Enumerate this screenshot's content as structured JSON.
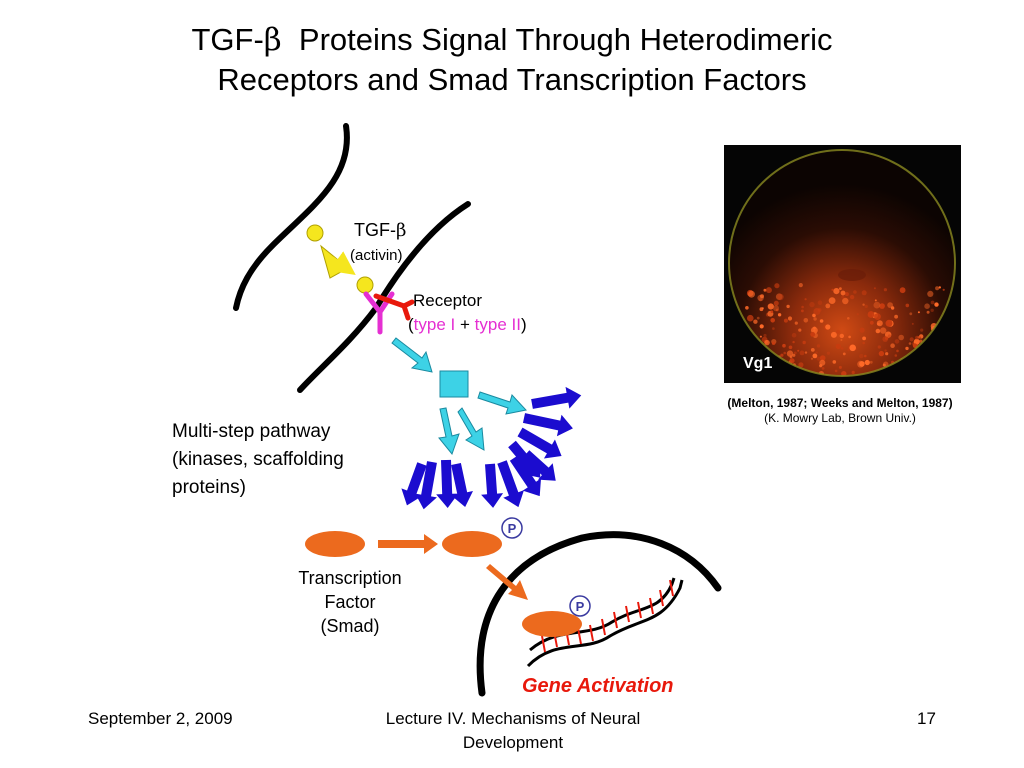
{
  "title": {
    "line1_prefix": "TGF-",
    "beta": "β",
    "line1_suffix": "  Proteins Signal Through Heterodimeric",
    "line2": "Receptors and Smad Transcription Factors"
  },
  "diagram": {
    "tgf_prefix": "TGF-",
    "tgf_beta": "β",
    "activin": "(activin)",
    "receptor": "Receptor",
    "receptor_paren_open": "(",
    "type1": "type I",
    "plus": " + ",
    "type2": "type II",
    "receptor_paren_close": ")",
    "phospho_1": "P",
    "phospho_2": "P",
    "tf_line1": "Transcription",
    "tf_line2": "Factor",
    "tf_line3": "(Smad)",
    "gene_activation": "Gene Activation",
    "colors": {
      "ligand": "#f5e61e",
      "type1": "#e8190c",
      "type2": "#e52fd2",
      "kinase": "#3dd2e6",
      "pathway_arrows": "#1b0ccf",
      "smad": "#ec6a1e",
      "gene_activation": "#e8190c"
    }
  },
  "multistep_text": {
    "line1": "Multi-step pathway",
    "line2": "(kinases, scaffolding",
    "line3": "proteins)"
  },
  "photo": {
    "label": "Vg1"
  },
  "credits": {
    "line1": "(Melton, 1987; Weeks and Melton, 1987)",
    "line2": "(K. Mowry Lab, Brown Univ.)"
  },
  "footer": {
    "date": "September 2, 2009",
    "lecture_line1": "Lecture IV. Mechanisms of Neural",
    "lecture_line2": "Development",
    "page": "17"
  }
}
